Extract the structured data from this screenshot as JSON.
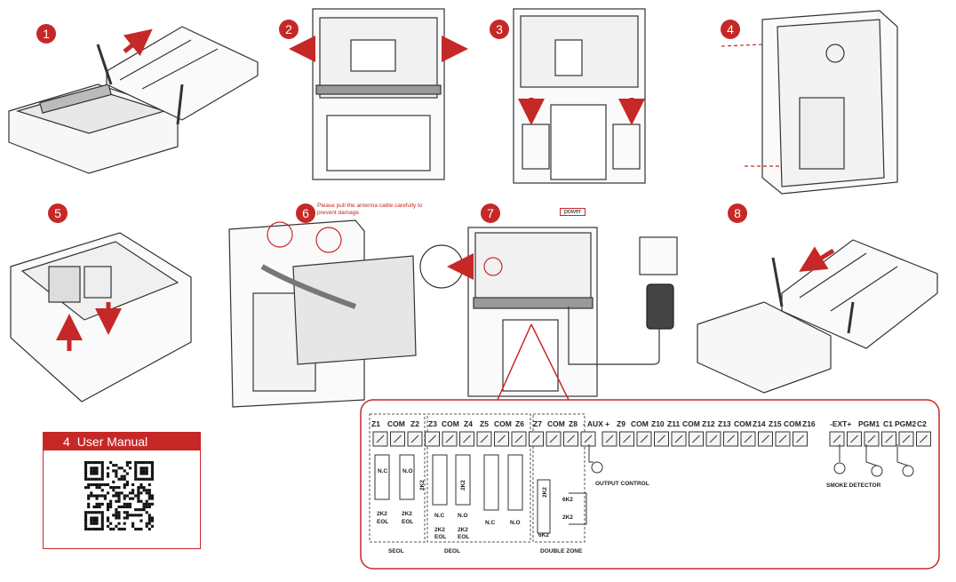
{
  "steps": [
    "1",
    "2",
    "3",
    "4",
    "5",
    "6",
    "7",
    "8"
  ],
  "warning": "Please pull the antenna cable carefully to prevent damage.",
  "power_label": "power",
  "manual": {
    "number": "4",
    "title": "User Manual"
  },
  "terminals": {
    "zones": [
      "Z1",
      "COM",
      "Z2",
      "Z3",
      "COM",
      "Z4",
      "Z5",
      "COM",
      "Z6",
      "Z7",
      "COM",
      "Z8"
    ],
    "aux": "- AUX +",
    "upper": [
      "Z9",
      "COM",
      "Z10",
      "Z11",
      "COM",
      "Z12",
      "Z13",
      "COM",
      "Z14",
      "Z15",
      "COM",
      "Z16"
    ],
    "ext": "-EXT+",
    "pgm": [
      "PGM1",
      "C1",
      "PGM2",
      "C2"
    ]
  },
  "groups": {
    "seol": "SEOL",
    "deol": "DEOL",
    "double_zone": "DOUBLE ZONE"
  },
  "contact_labels": {
    "nc": "N.C",
    "no": "N.O"
  },
  "resistor_labels": {
    "r2k2": "2K2",
    "eol": "EOL",
    "r6k2": "6K2"
  },
  "device_labels": {
    "output_control": "OUTPUT CONTROL",
    "smoke_detector": "SMOKE DETECTOR"
  },
  "colors": {
    "accent": "#c62828",
    "line": "#333333"
  }
}
